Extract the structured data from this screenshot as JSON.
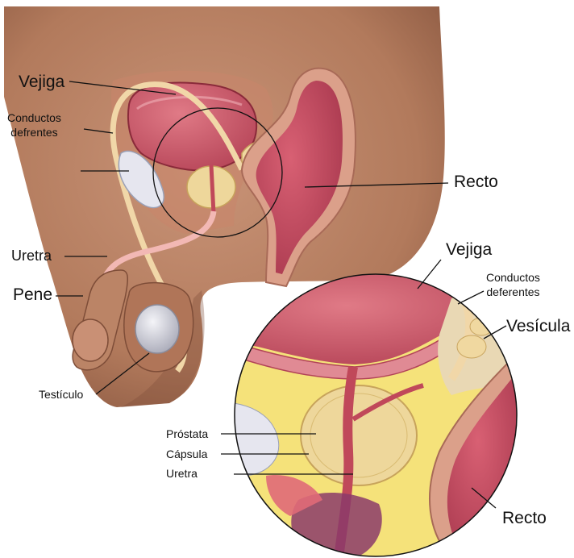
{
  "diagram": {
    "labels": {
      "vejiga_main": "Vejiga",
      "conductos_main": "Conductos\ndefrentes",
      "recto_main": "Recto",
      "uretra_main": "Uretra",
      "pene": "Pene",
      "testiculo": "Testículo",
      "vejiga_zoom": "Vejiga",
      "conductos_zoom": "Conductos\ndeferentes",
      "vesicula": "Vesícula",
      "prostata": "Próstata",
      "capsula": "Cápsula",
      "uretra_zoom": "Uretra",
      "recto_zoom": "Recto"
    },
    "colors": {
      "skin": "#b98062",
      "skin_shadow": "#8e5a42",
      "bladder": "#cf5b6c",
      "bladder_dark": "#a7374a",
      "duct": "#f1d7a8",
      "prostate": "#eed79b",
      "fat": "#f5e27a",
      "urethra": "#f2b8b4",
      "testis": "#dcdde6"
    }
  }
}
